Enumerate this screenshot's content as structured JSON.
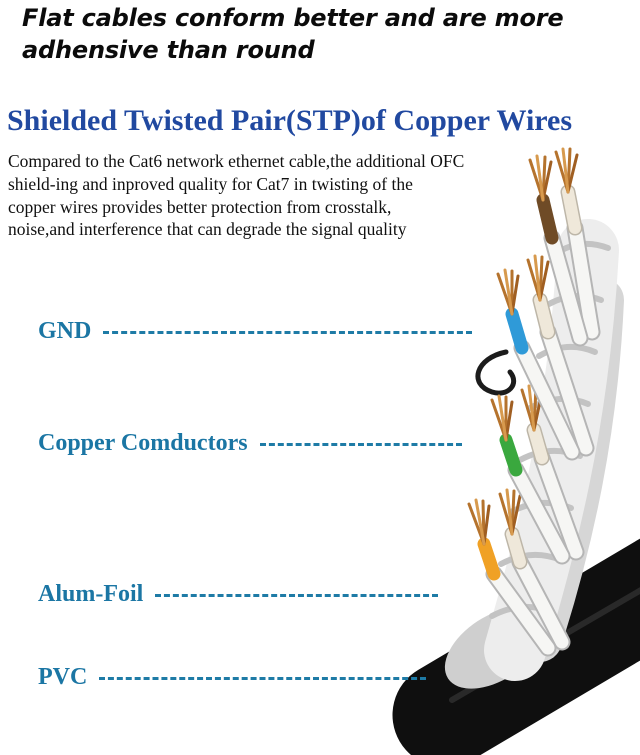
{
  "header": {
    "tagline_lines": [
      "Flat cables conform better and are more",
      "adhensive than round"
    ],
    "title": "Shielded Twisted Pair(STP)of Copper Wires",
    "description_lines": [
      "Compared to the Cat6 network ethernet cable,the additional OFC",
      "shield-ing and inproved quality for Cat7 in twisting of the",
      "copper wires provides better protection from crosstalk,",
      "noise,and interference that can degrade the signal quality"
    ]
  },
  "callouts": [
    {
      "text": "GND"
    },
    {
      "text": "Copper Comductors"
    },
    {
      "text": "Alum-Foil"
    },
    {
      "text": "PVC"
    }
  ],
  "colors": {
    "title_blue": "#2149a0",
    "callout_teal": "#1b76a4",
    "copper": "#b5732d",
    "wire_brown": "#6f4b26",
    "wire_blue": "#2f9ad8",
    "wire_green": "#3aa83e",
    "wire_orange": "#f0a125",
    "jacket_black": "#0f0f0f"
  }
}
